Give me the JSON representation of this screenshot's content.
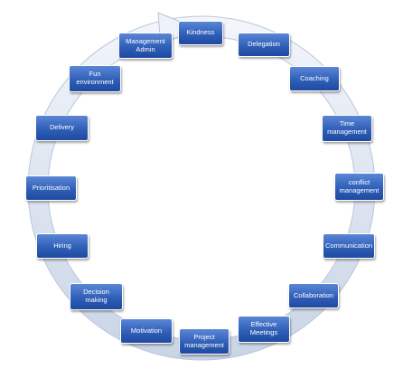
{
  "colors": {
    "node_fill": "#2f5fb7",
    "node_border": "#ffffff",
    "ring": "#d2dbe9",
    "text": "#ffffff"
  },
  "nodes": {
    "kindness": "Kindness",
    "delegation": "Delegation",
    "coaching": "Coaching",
    "time_management": "Time management",
    "conflict_management": "conflict management",
    "communication": "Communication",
    "collaboration": "Collaboration",
    "effective_meetings": "Effective Meetings",
    "project_management": "Project management",
    "motivation": "Motivation",
    "decision_making": "Decision making",
    "hiring": "Hiring",
    "prioritisation": "Prioritisation",
    "delivery": "Delivery",
    "fun_environment": "Fun environment",
    "management_admin": "Management Admin"
  }
}
